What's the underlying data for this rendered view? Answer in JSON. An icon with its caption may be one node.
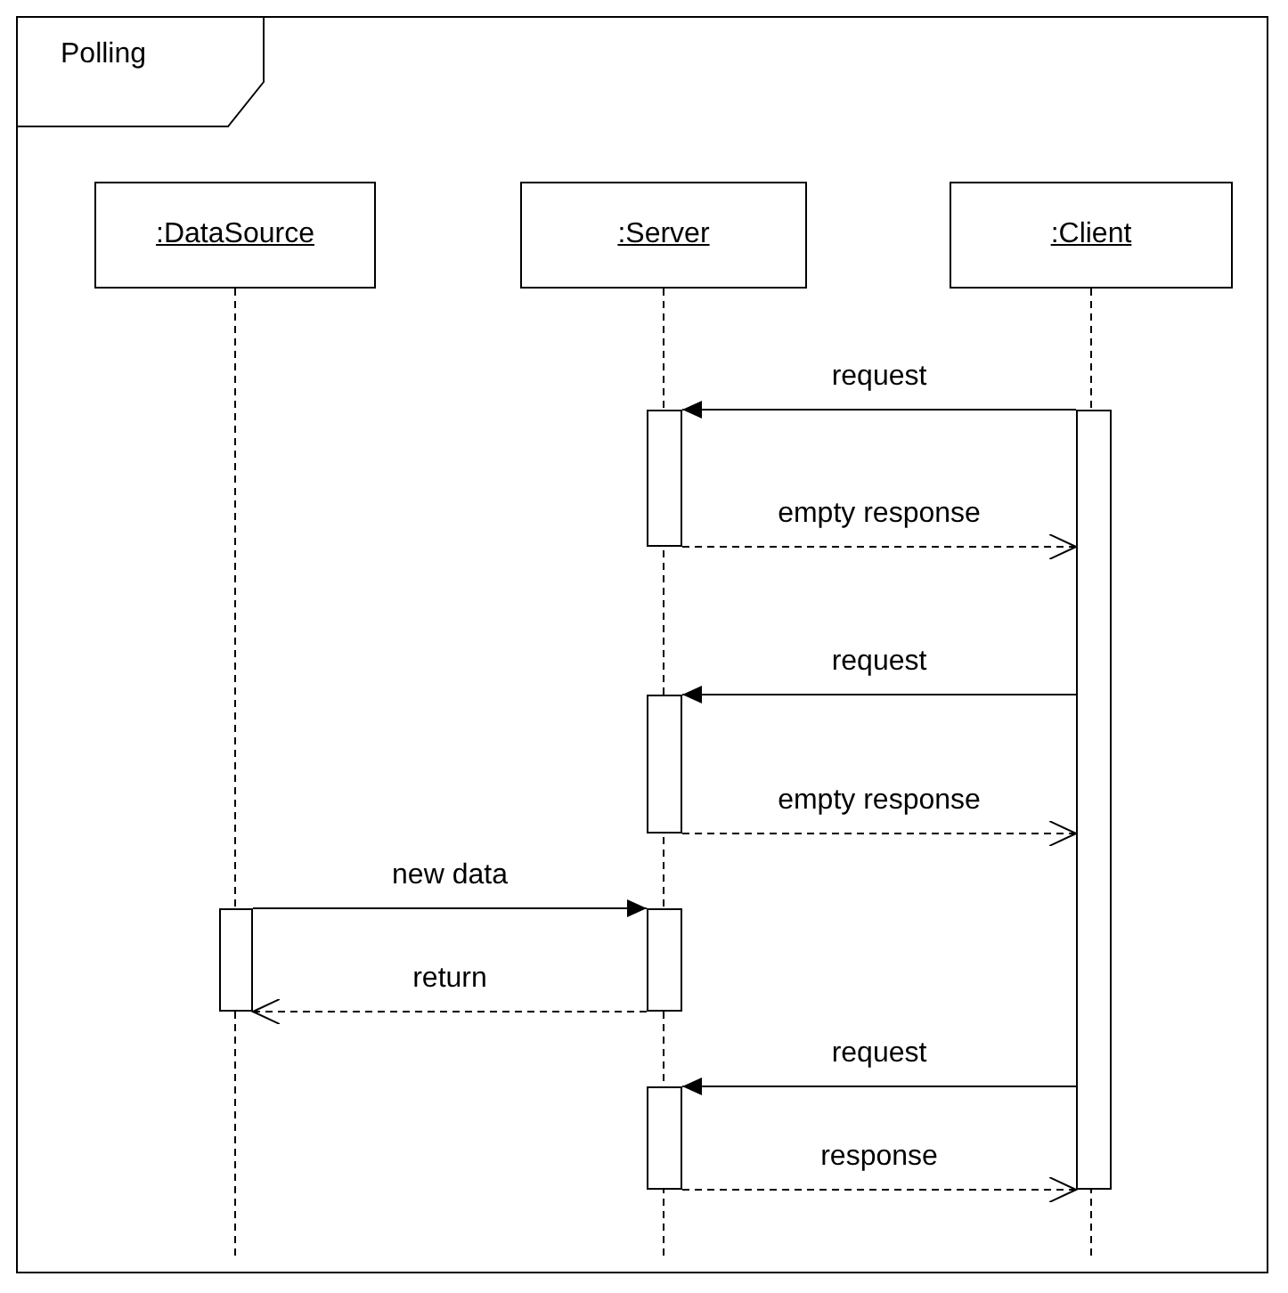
{
  "diagram": {
    "nodes": [
      {
        "text": [
          "Polling"
        ]
      },
      {
        "text": [
          ":DataSource"
        ],
        "in": 0
      },
      {
        "text": [
          ":Server"
        ],
        "in": 0
      },
      {
        "text": [
          ":Client"
        ],
        "in": 0
      },
      {
        "text": [],
        "shape": "bar",
        "in": 0
      },
      {
        "text": [],
        "shape": "bar",
        "in": 0
      },
      {
        "text": [],
        "shape": "bar",
        "in": 0
      },
      {
        "text": [],
        "shape": "bar",
        "in": 0
      },
      {
        "text": [],
        "shape": "bar",
        "in": 0
      },
      {
        "text": [],
        "shape": "bar",
        "in": 0
      }
    ],
    "edges": [
      {
        "from": 9,
        "to": 5,
        "arrow": "to",
        "label": "request"
      },
      {
        "from": 5,
        "to": 9,
        "arrow": "to",
        "label": "empty response",
        "style": "dashed"
      },
      {
        "from": 9,
        "to": 6,
        "arrow": "to",
        "label": "request"
      },
      {
        "from": 6,
        "to": 9,
        "arrow": "to",
        "label": "empty response",
        "style": "dashed"
      },
      {
        "from": 4,
        "to": 7,
        "arrow": "to",
        "label": "new data"
      },
      {
        "from": 7,
        "to": 4,
        "arrow": "to",
        "label": "return",
        "style": "dashed"
      },
      {
        "from": 9,
        "to": 8,
        "arrow": "to",
        "label": "request"
      },
      {
        "from": 8,
        "to": 9,
        "arrow": "to",
        "label": "response",
        "style": "dashed"
      }
    ]
  }
}
